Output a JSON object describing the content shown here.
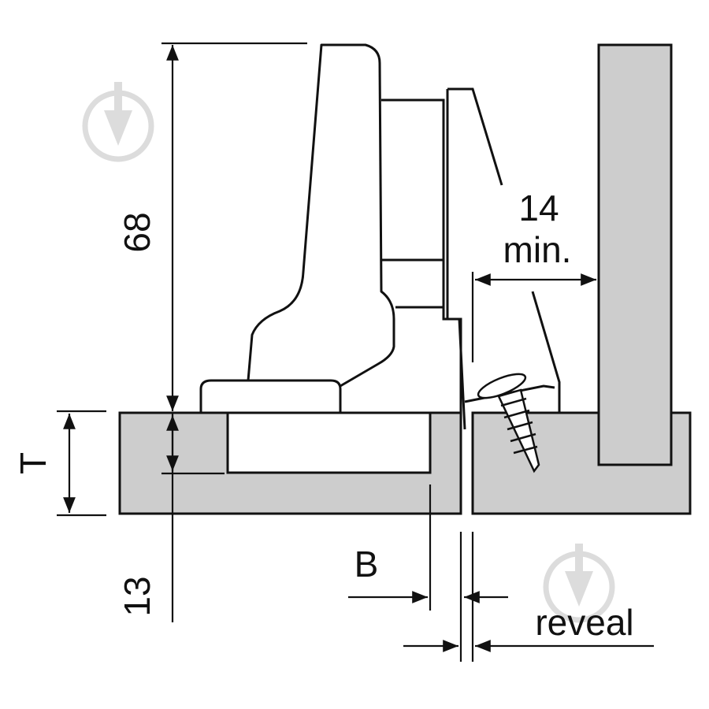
{
  "labels": {
    "height_68": "68",
    "clearance_14": "14",
    "clearance_min": "min.",
    "thickness_T": "T",
    "offset_13": "13",
    "cup_B": "B",
    "reveal": "reveal"
  },
  "colors": {
    "panel_fill": "#cdcdcd",
    "stroke": "#111111",
    "watermark": "#d9d9d9"
  },
  "icons": [
    "watermark-logo-icon",
    "screw-icon"
  ]
}
